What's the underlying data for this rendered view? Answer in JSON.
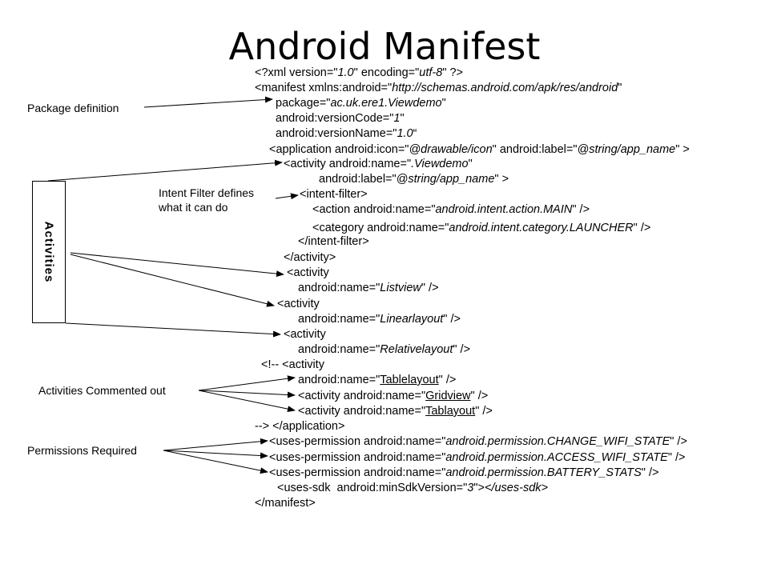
{
  "slide": {
    "title": "Android Manifest"
  },
  "annotations": {
    "package_definition": "Package definition",
    "intent_filter_line1": "Intent Filter defines",
    "intent_filter_line2": "what it can do",
    "activities": "Activities",
    "activities_commented_out": "Activities Commented out",
    "permissions_required": "Permissions Required"
  },
  "code": {
    "l1": {
      "a": "<?xml version=\"",
      "b": "1.0",
      "c": "\" encoding=\"",
      "d": "utf-8",
      "e": "\" ?>"
    },
    "l2": {
      "a": "<manifest xmlns:android=\"",
      "b": "http://schemas.android.com/apk/res/android",
      "c": "\""
    },
    "l3": {
      "a": "package=\"",
      "b": "ac.uk.ere1.Viewdemo",
      "c": "\""
    },
    "l4": {
      "a": "android:versionCode=\"",
      "b": "1",
      "c": "\""
    },
    "l5": {
      "a": "android:versionName=\"",
      "b": "1.0",
      "c": "“"
    },
    "l6": {
      "a": "<application android:icon=\"",
      "b": "@drawable/icon",
      "c": "\" android:label=\"",
      "d": "@string/app_name",
      "e": "\" >"
    },
    "l7": {
      "a": "<activity android:name=\"",
      "b": ".Viewdemo",
      "c": "\""
    },
    "l8": {
      "a": "android:label=\"",
      "b": "@string/app_name",
      "c": "\" >"
    },
    "l9": "<intent-filter>",
    "l10": {
      "a": "<action android:name=\"",
      "b": "android.intent.action.MAIN",
      "c": "\" />"
    },
    "l11": {
      "a": "<category android:name=\"",
      "b": "android.intent.category.LAUNCHER",
      "c": "\" />"
    },
    "l12": "</intent-filter>",
    "l13": "</activity>",
    "l14": "<activity",
    "l15": {
      "a": "android:name=\"",
      "b": "Listview",
      "c": "\" />"
    },
    "l16": "<activity",
    "l17": {
      "a": "android:name=\"",
      "b": "Linearlayout",
      "c": "\" />"
    },
    "l18": "<activity",
    "l19": {
      "a": "android:name=\"",
      "b": "Relativelayout",
      "c": "\" />"
    },
    "l20": "<!-- <activity",
    "l21": {
      "a": "android:name=\"",
      "b": "Tablelayout",
      "c": "\" />"
    },
    "l22": {
      "a": "<activity android:name=\"",
      "b": "Gridview",
      "c": "\" />"
    },
    "l23": {
      "a": "<activity android:name=\"",
      "b": "Tablayout",
      "c": "\" />"
    },
    "l24": "--> </application>",
    "l25": {
      "a": "<uses-permission android:name=\"",
      "b": "android.permission.CHANGE_WIFI_STATE",
      "c": "\" />"
    },
    "l26": {
      "a": "<uses-permission android:name=\"",
      "b": "android.permission.ACCESS_WIFI_STATE",
      "c": "\" />"
    },
    "l27": {
      "a": "<uses-permission android:name=\"",
      "b": "android.permission.BATTERY_STATS",
      "c": "\" />"
    },
    "l28": {
      "a": "<uses-sdk  android:minSdkVersion=\"",
      "b": "3",
      "c": "\">",
      "d": "</uses-sdk>"
    },
    "l29": "</manifest>"
  }
}
